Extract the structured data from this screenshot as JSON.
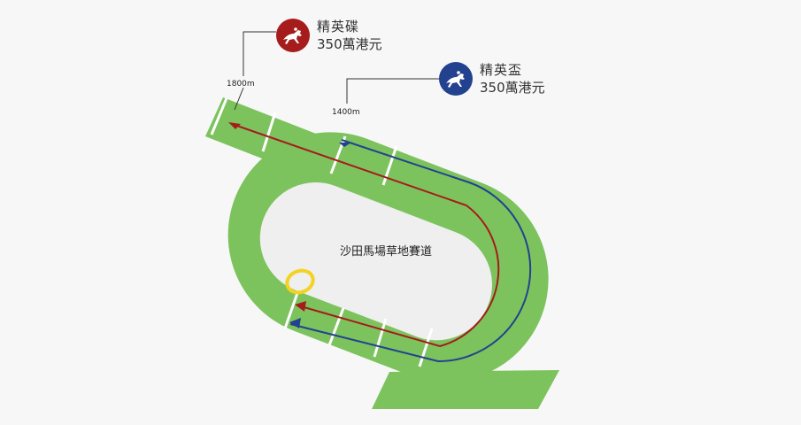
{
  "track": {
    "name": "沙田馬場草地賽道",
    "colors": {
      "turf": "#7cc35e",
      "infield": "#eeefee",
      "background": "#f7f7f7",
      "divider": "#ffffff",
      "marker": "#f3d221",
      "leader_line": "#333333"
    }
  },
  "races": [
    {
      "id": "red",
      "name": "精英碟",
      "prize": "350萬港元",
      "distance": "1800m",
      "color": "#a61b1b",
      "icon": "racehorse-icon"
    },
    {
      "id": "blue",
      "name": "精英盃",
      "prize": "350萬港元",
      "distance": "1400m",
      "color": "#22428f",
      "icon": "racehorse-icon"
    }
  ]
}
